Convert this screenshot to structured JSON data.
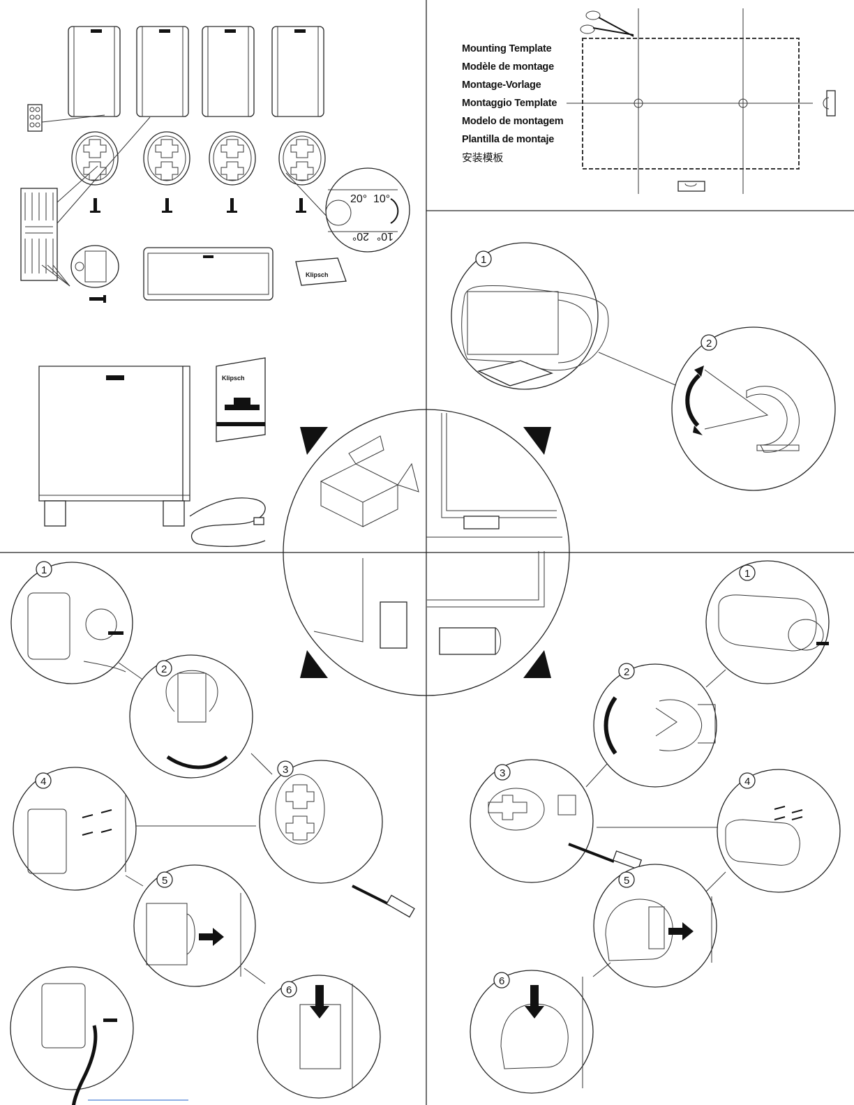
{
  "template": {
    "labels": [
      "Mounting Template",
      "Modèle de montage",
      "Montage-Vorlage",
      "Montaggio Template",
      "Modelo de montagem",
      "Plantilla de montaje",
      "安装模板"
    ]
  },
  "brand": {
    "logo_text": "Klipsch"
  },
  "angles": {
    "primary": "20°",
    "secondary": "10°"
  },
  "steps": {
    "center_stand": [
      "1",
      "2"
    ],
    "satellite_wall": [
      "1",
      "2",
      "3",
      "4",
      "5",
      "6"
    ],
    "center_wall": [
      "1",
      "2",
      "3",
      "4",
      "5",
      "6"
    ]
  }
}
